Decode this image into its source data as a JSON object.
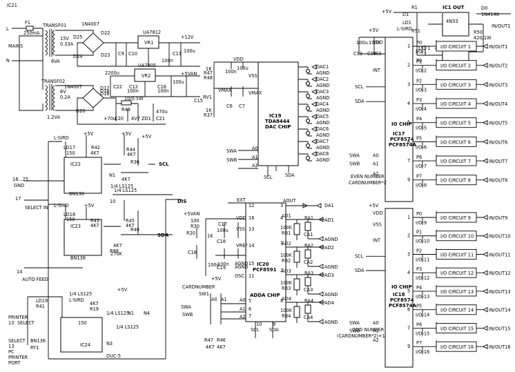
{
  "power_supply": {
    "mains": [
      "L",
      "MAINS",
      "N"
    ],
    "fuse": [
      "F1",
      "250mA"
    ],
    "transformers": [
      {
        "ref": "TRANSF01",
        "rating": "6VA",
        "out": [
          "15V",
          "0.33A"
        ]
      },
      {
        "ref": "TRANSF02",
        "rating": "1.2VA",
        "out": [
          "6V",
          "0.2A"
        ]
      }
    ],
    "diodes": [
      "1N4007",
      "D22",
      "D23",
      "D24",
      "D25",
      "1N4007",
      "D16",
      "D17",
      "D18",
      "D20"
    ],
    "regulators": [
      "UA7812",
      "VR1",
      "UA7805",
      "VR2"
    ],
    "caps": [
      "2200u",
      "C9",
      "C10",
      "100n",
      "C11",
      "100u",
      "C22",
      "C12",
      "100n",
      "C16",
      "100u",
      "100n",
      "+70u",
      "C20",
      "470u",
      "C21"
    ],
    "misc": [
      "R49",
      "10/0.5W",
      "4V7",
      "ZD1"
    ],
    "rails": [
      "+12V",
      "+5VAN"
    ]
  },
  "dac": {
    "ref": "IC19",
    "part": "TDA8444",
    "label": "DAC CHIP",
    "pins": [
      "VDD",
      "VSS",
      "VMAX",
      "SCL",
      "SDA",
      "A0",
      "A1",
      "A2"
    ],
    "extra": [
      "R48",
      "RV1",
      "C15",
      "R47",
      "R37",
      "VMAX",
      "100n",
      "100u",
      "C6",
      "C7",
      "1K",
      "1K"
    ],
    "outputs": [
      "DAC1",
      "DAC2",
      "DAC3",
      "DAC4",
      "DAC5",
      "DAC6",
      "DAC7",
      "DAC8"
    ],
    "agnd": "AGND",
    "swa": "SWA",
    "swb": "SWB"
  },
  "opto": {
    "labels": [
      "L-SIRD",
      "LD17",
      "150",
      "IC22",
      "BN136",
      "18...25",
      "GND",
      "17",
      "SELECT IN",
      "L-SIRD",
      "LD18",
      "150",
      "IC23",
      "BN136",
      "14",
      "AUTO FEED",
      "R42",
      "4K7",
      "R44",
      "4K7",
      "R36",
      "4K7",
      "N1",
      "1/4 LS125",
      "1/4 LS125",
      "10",
      "R43",
      "4K7",
      "R45",
      "4K7",
      "R40",
      "4K7",
      "R88",
      "270K",
      "1/4 LS125",
      "L-SIRD",
      "LD19",
      "R41",
      "4K7",
      "R19",
      "150",
      "IC24",
      "BN136",
      "RY1",
      "DUC-5",
      "N3",
      "1/4 LS125",
      "1/4 LS125",
      "N1",
      "N4",
      "IC21"
    ],
    "signals": [
      "SCL",
      "DIS",
      "SDA"
    ],
    "printer": [
      "PRINTER",
      "13",
      "SELECT",
      "SELECT",
      "PC",
      "PRINTER",
      "PORT",
      "13"
    ],
    "vcc": [
      "+5V",
      "+5V",
      "+5V",
      "+5V",
      "+5V"
    ]
  },
  "adc": {
    "ref": "IC20",
    "part": "PCF8591",
    "label": "ADDA CHIP",
    "pins": [
      "EXT",
      "VDD",
      "VSS",
      "VREF",
      "AGND",
      "OSC",
      "A0",
      "A1",
      "A2",
      "SCL",
      "SDA",
      "AOUT"
    ],
    "pin_numbers": [
      "12",
      "16",
      "13",
      "14",
      "15",
      "11",
      "5",
      "6",
      "7",
      "10",
      "9",
      "3",
      "4",
      "1",
      "2",
      "8"
    ],
    "power": [
      "+5VAN",
      "R20",
      "100",
      "R30",
      "1K",
      "C17",
      "100u",
      "C18",
      "100n",
      "C19",
      "100n",
      "C16"
    ],
    "switch": [
      "CARDNUMBER",
      "SW1",
      "A0",
      "A1",
      "+5V",
      "R47",
      "4K7",
      "R46",
      "4K7"
    ],
    "inputs": [
      "AD1",
      "AD2",
      "AD3",
      "AD4"
    ],
    "resistors": [
      "100K",
      "RB1",
      "100K",
      "RB2",
      "100K",
      "RB3",
      "100K",
      "RB4"
    ],
    "ra": [
      "RA1",
      "RA2",
      "RA3",
      "RA4"
    ],
    "ca": [
      "CA1",
      "CA2",
      "CA3",
      "CA4"
    ],
    "outputs": [
      "DA1",
      "AD1",
      "AD2",
      "AD3",
      "AD4"
    ],
    "swa": "SWA",
    "swb": "SWB",
    "agnd": "AGND"
  },
  "io_even": {
    "ref": "IC17",
    "parts": [
      "PCF8574",
      "PCF8574A"
    ],
    "chip_label": "IO CHIP",
    "note": [
      "EVEN NUMBER",
      "CARDNUMBER*2"
    ],
    "side": [
      "VDD",
      "VSS",
      "INT",
      "SCL",
      "SDA",
      "A0",
      "A1",
      "A2",
      "SWA",
      "SWB"
    ],
    "ports": [
      "P0",
      "P1",
      "P2",
      "P3",
      "P4",
      "P5",
      "P6",
      "P7"
    ],
    "pin_numbers": [
      "16",
      "8",
      "13",
      "14",
      "15",
      "1",
      "2",
      "3",
      "4",
      "5",
      "6",
      "7",
      "9",
      "10",
      "11",
      "12"
    ],
    "io": [
      {
        "id": "I/O-1",
        "label": "I/O CIRCUIT 1",
        "out": "IN/OUT1"
      },
      {
        "id": "I/O-2",
        "label": "I/O CIRCUIT 2",
        "out": "IN/OUT2"
      },
      {
        "id": "I/O-3",
        "label": "I/O CIRCUIT 3",
        "out": "IN/OUT3"
      },
      {
        "id": "I/O-4",
        "label": "I/O CIRCUIT 4",
        "out": "IN/OUT4"
      },
      {
        "id": "I/O-5",
        "label": "I/O CIRCUIT 5",
        "out": "IN/OUT5"
      },
      {
        "id": "I/O-6",
        "label": "I/O CIRCUIT 6",
        "out": "IN/OUT6"
      },
      {
        "id": "I/O-7",
        "label": "I/O CIRCUIT 7",
        "out": "IN/OUT7"
      },
      {
        "id": "I/O-8",
        "label": "I/O CIRCUIT 8",
        "out": "IN/OUT8"
      }
    ],
    "caps": [
      "100u",
      "100n",
      "C13",
      "C14",
      "+5V"
    ]
  },
  "io_odd": {
    "ref": "IC18",
    "parts": [
      "PCF8574",
      "PCF8574A"
    ],
    "chip_label": "IO CHIP",
    "note": [
      "ODD NUMBER",
      "(CARDNUMBER*2)+1"
    ],
    "side": [
      "VDD",
      "VSS",
      "INT",
      "SCL",
      "SDA",
      "A0",
      "A1",
      "A2",
      "SWA",
      "SWB"
    ],
    "ports": [
      "P0",
      "P1",
      "P2",
      "P3",
      "P4",
      "P5",
      "P6",
      "P7"
    ],
    "pin_numbers": [
      "16",
      "8",
      "13",
      "14",
      "15",
      "1",
      "2",
      "3",
      "4",
      "5",
      "6",
      "7",
      "9",
      "10",
      "11",
      "12"
    ],
    "io": [
      {
        "id": "I/O-9",
        "label": "I/O CIRCUIT 9",
        "out": "IN/OUT9"
      },
      {
        "id": "I/O-10",
        "label": "I/O CIRCUIT 10",
        "out": "IN/OUT10"
      },
      {
        "id": "I/O-11",
        "label": "I/O CIRCUIT 11",
        "out": "IN/OUT11"
      },
      {
        "id": "I/O-12",
        "label": "I/O CIRCUIT 12",
        "out": "IN/OUT12"
      },
      {
        "id": "I/O-13",
        "label": "I/O CIRCUIT 13",
        "out": "IN/OUT13"
      },
      {
        "id": "I/O-14",
        "label": "I/O CIRCUIT 14",
        "out": "IN/OUT14"
      },
      {
        "id": "I/O-15",
        "label": "I/O CIRCUIT 15",
        "out": "IN/OUT15"
      },
      {
        "id": "I/O-16",
        "label": "I/O CIRCUIT 16",
        "out": "IN/OUT16"
      }
    ],
    "vcc": "+5V"
  },
  "io_out": {
    "title": "IC1 OUT",
    "labels": [
      "+5V",
      "R1",
      "LD1",
      "D1",
      "L-SIRD",
      "R51",
      "1/O-1",
      "IC1 IN",
      "D0",
      "1N4148",
      "R50",
      "420/1W",
      "IN/OUT1",
      "4N33",
      "4N33",
      "P0"
    ]
  }
}
